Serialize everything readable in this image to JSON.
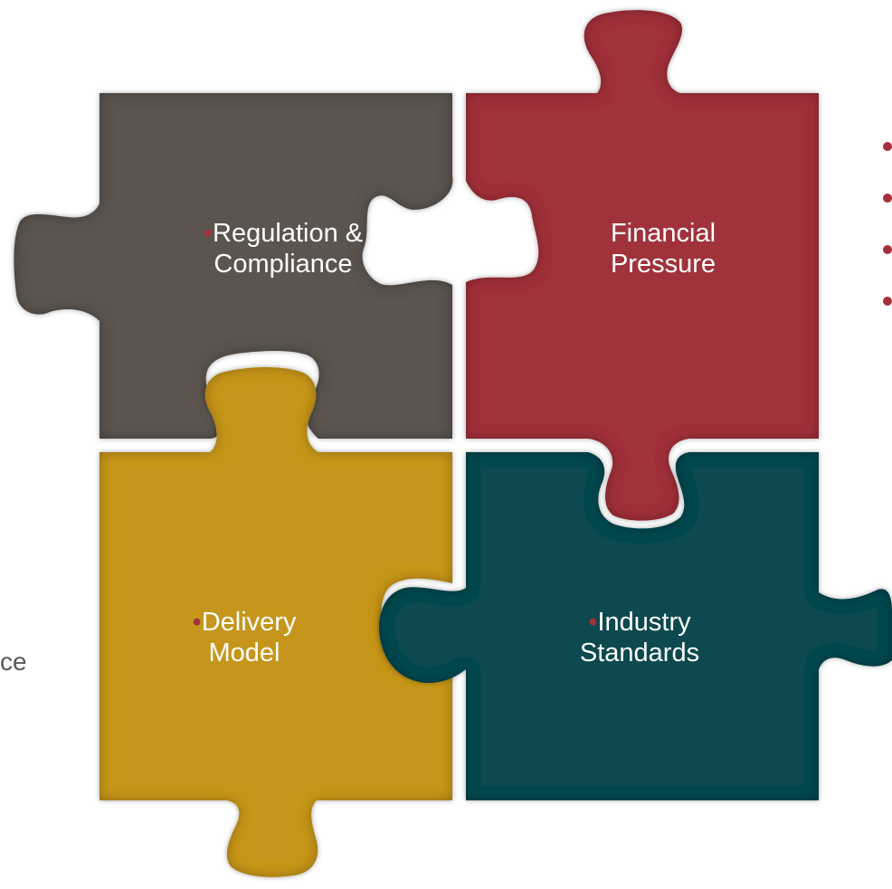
{
  "pieces": [
    {
      "id": "regulation",
      "line1": "Regulation &",
      "line2": "Compliance",
      "bullet": true,
      "color": "#5b5550"
    },
    {
      "id": "financial",
      "line1": "Financial",
      "line2": "Pressure",
      "bullet": false,
      "color": "#a0313b"
    },
    {
      "id": "delivery",
      "line1": "Delivery",
      "line2": "Model",
      "bullet": true,
      "color": "#c6961c"
    },
    {
      "id": "industry",
      "line1": "Industry",
      "line2": "Standards",
      "bullet": true,
      "color": "#0b4a50"
    }
  ],
  "bullet_glyph": "•",
  "side_text": "ce",
  "colors": {
    "bullet_accent": "#a5313c",
    "background": "#ffffff",
    "label_text": "#ffffff"
  }
}
